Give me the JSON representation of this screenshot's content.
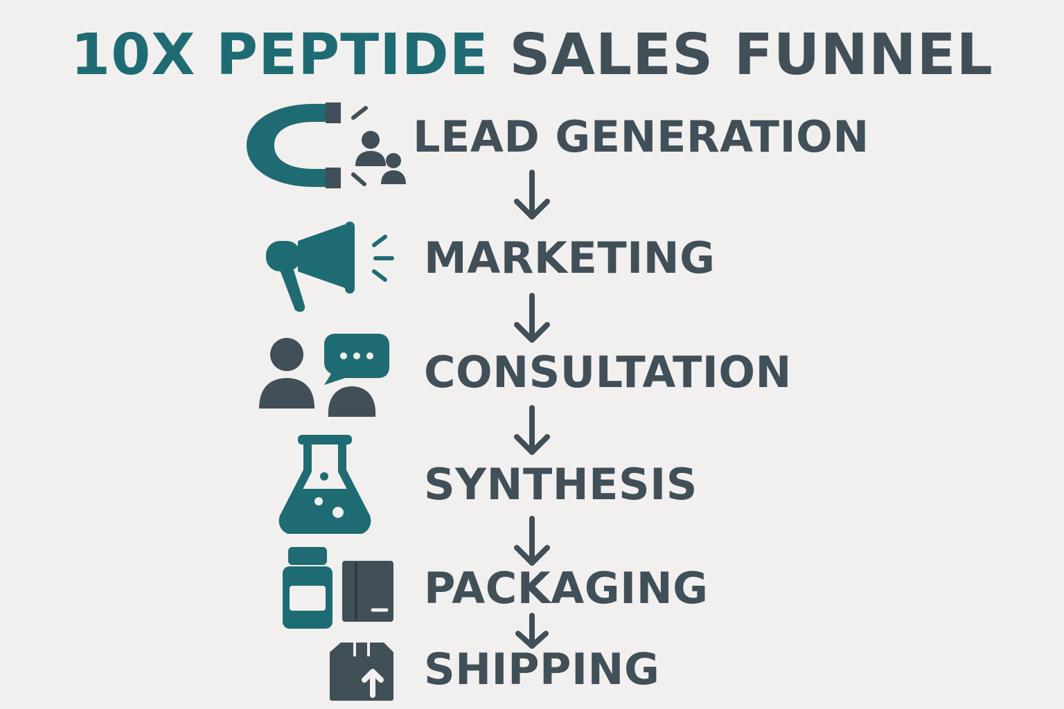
{
  "title": {
    "accent": "10X PEPTIDE",
    "rest": "SALES FUNNEL"
  },
  "colors": {
    "teal": "#1f6b73",
    "slate": "#404f58",
    "background": "#f1f0ee"
  },
  "steps": [
    {
      "label": "LEAD GENERATION",
      "icon": "magnet-people-icon"
    },
    {
      "label": "MARKETING",
      "icon": "megaphone-icon"
    },
    {
      "label": "CONSULTATION",
      "icon": "people-chat-icon"
    },
    {
      "label": "SYNTHESIS",
      "icon": "flask-icon"
    },
    {
      "label": "PACKAGING",
      "icon": "bottle-box-icon"
    },
    {
      "label": "SHIPPING",
      "icon": "package-icon"
    }
  ]
}
